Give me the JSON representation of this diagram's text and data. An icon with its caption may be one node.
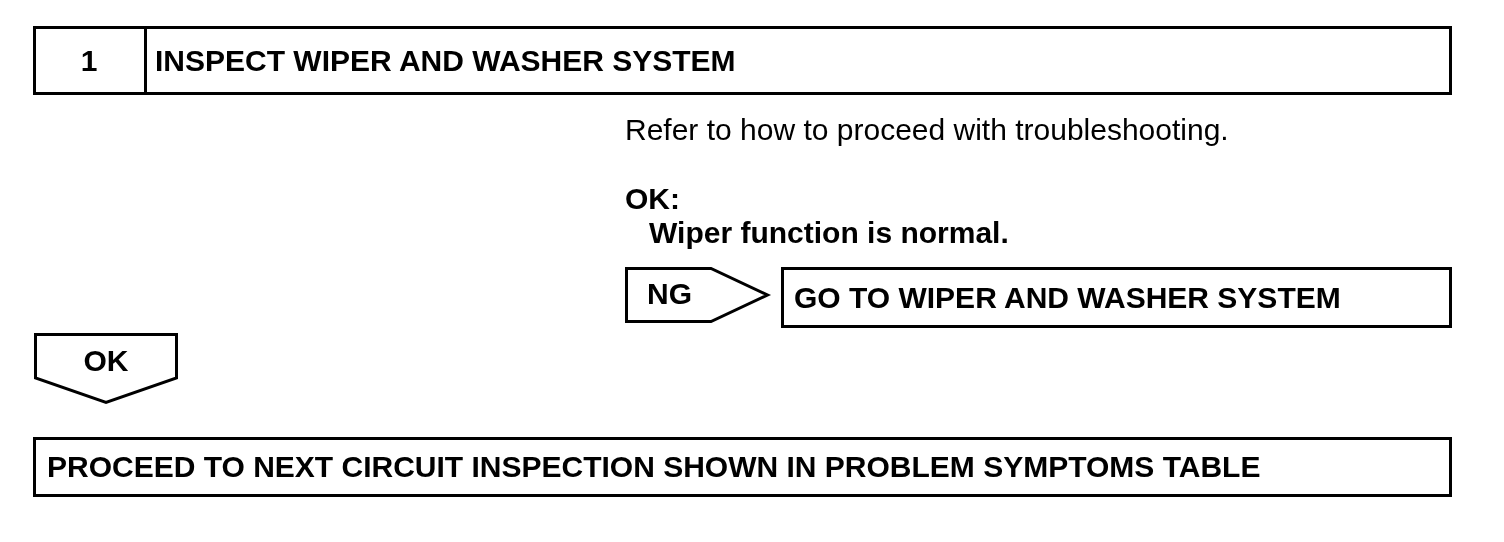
{
  "diagram": {
    "nodes": [
      {
        "text": [
          "1",
          "INSPECT WIPER AND WASHER SYSTEM"
        ]
      },
      {
        "text": [
          "NG"
        ]
      },
      {
        "text": [
          "GO TO WIPER AND WASHER SYSTEM"
        ]
      },
      {
        "text": [
          "OK"
        ]
      },
      {
        "text": [
          "PROCEED TO NEXT CIRCUIT INSPECTION SHOWN IN PROBLEM SYMPTOMS TABLE"
        ]
      }
    ],
    "labels": [
      "Refer to how to proceed with troubleshooting.",
      "OK:",
      "Wiper function is normal."
    ]
  }
}
